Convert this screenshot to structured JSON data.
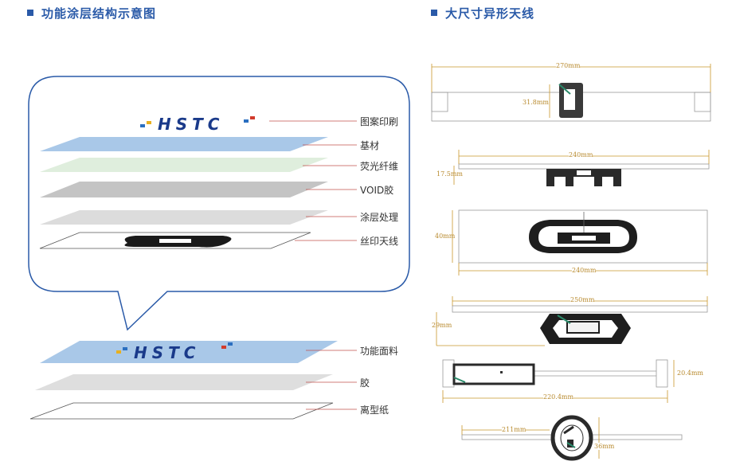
{
  "left_title": "功能涂层结构示意图",
  "right_title": "大尺寸异形天线",
  "logo_text": "HSTC",
  "layers_top": [
    "图案印刷",
    "基材",
    "荧光纤维",
    "VOID胶",
    "涂层处理",
    "丝印天线"
  ],
  "layers_bottom": [
    "功能面料",
    "胶",
    "离型纸"
  ],
  "antennas": {
    "a1": {
      "width": "270mm",
      "height": "31.8mm"
    },
    "a2": {
      "width": "240mm",
      "height": "17.5mm"
    },
    "a3": {
      "width": "240mm",
      "height": "40mm"
    },
    "a4": {
      "width": "250mm",
      "height": "29mm"
    },
    "a5": {
      "width": "220.4mm",
      "height": "20.4mm"
    },
    "a6": {
      "width": "211mm",
      "height": "36mm"
    }
  },
  "colors": {
    "accent": "#2a5aa8",
    "dimension": "#c9962a",
    "layer_blue": "#a9c8e8",
    "layer_green": "#dfeedd",
    "layer_gray": "#c8c8c8",
    "leader": "#c0504d"
  }
}
